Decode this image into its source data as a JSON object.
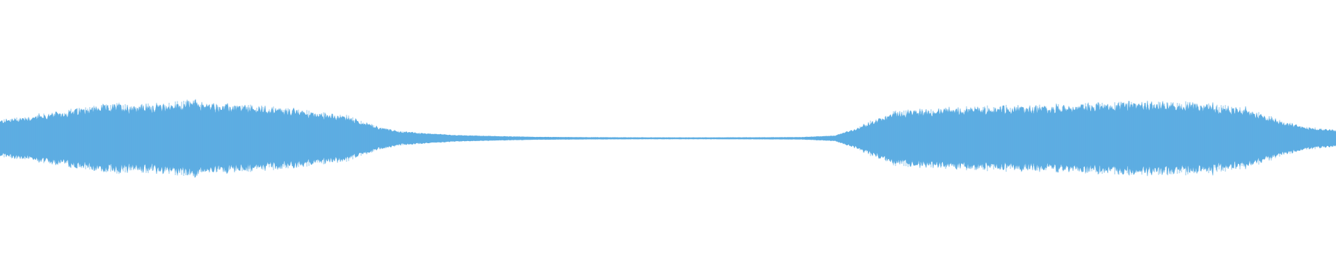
{
  "waveform": {
    "color": "#5dade2",
    "background": "#ffffff",
    "amplitude_envelope": [
      [
        0.0,
        0.34
      ],
      [
        0.01,
        0.38
      ],
      [
        0.03,
        0.44
      ],
      [
        0.05,
        0.52
      ],
      [
        0.07,
        0.6
      ],
      [
        0.09,
        0.64
      ],
      [
        0.11,
        0.63
      ],
      [
        0.13,
        0.66
      ],
      [
        0.145,
        0.72
      ],
      [
        0.155,
        0.66
      ],
      [
        0.17,
        0.63
      ],
      [
        0.19,
        0.6
      ],
      [
        0.205,
        0.58
      ],
      [
        0.22,
        0.55
      ],
      [
        0.24,
        0.48
      ],
      [
        0.26,
        0.42
      ],
      [
        0.27,
        0.32
      ],
      [
        0.285,
        0.2
      ],
      [
        0.3,
        0.13
      ],
      [
        0.32,
        0.09
      ],
      [
        0.34,
        0.06
      ],
      [
        0.37,
        0.04
      ],
      [
        0.4,
        0.025
      ],
      [
        0.44,
        0.018
      ],
      [
        0.48,
        0.015
      ],
      [
        0.52,
        0.014
      ],
      [
        0.56,
        0.016
      ],
      [
        0.6,
        0.02
      ],
      [
        0.625,
        0.05
      ],
      [
        0.64,
        0.18
      ],
      [
        0.655,
        0.36
      ],
      [
        0.67,
        0.5
      ],
      [
        0.69,
        0.54
      ],
      [
        0.71,
        0.56
      ],
      [
        0.73,
        0.58
      ],
      [
        0.75,
        0.6
      ],
      [
        0.77,
        0.6
      ],
      [
        0.79,
        0.62
      ],
      [
        0.81,
        0.64
      ],
      [
        0.83,
        0.66
      ],
      [
        0.85,
        0.68
      ],
      [
        0.87,
        0.68
      ],
      [
        0.89,
        0.66
      ],
      [
        0.91,
        0.62
      ],
      [
        0.93,
        0.56
      ],
      [
        0.945,
        0.46
      ],
      [
        0.96,
        0.32
      ],
      [
        0.975,
        0.22
      ],
      [
        0.99,
        0.18
      ],
      [
        1.0,
        0.16
      ]
    ]
  }
}
